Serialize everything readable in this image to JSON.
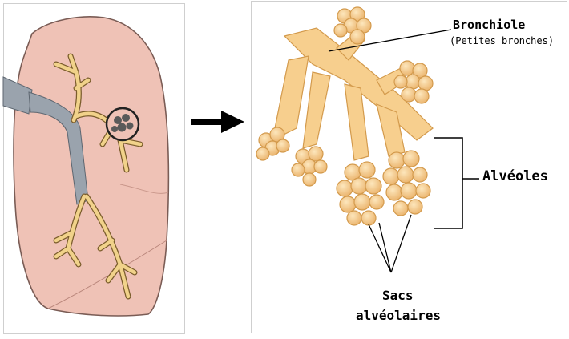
{
  "labels": {
    "bronchiole": "Bronchiole",
    "bronchiole_sub": "(Petites bronches)",
    "alveoles": "Alvéoles",
    "sacs_line1": "Sacs",
    "sacs_line2": "alvéolaires"
  },
  "colors": {
    "lung_fill": "#efc2b6",
    "lung_outline": "#7a5c55",
    "bronchus_gray": "#9aa3ad",
    "airway_yellow": "#f1d28a",
    "alveoli_fill": "#f7cf8e",
    "alveoli_stroke": "#d39a4c",
    "arrow": "#000000"
  }
}
